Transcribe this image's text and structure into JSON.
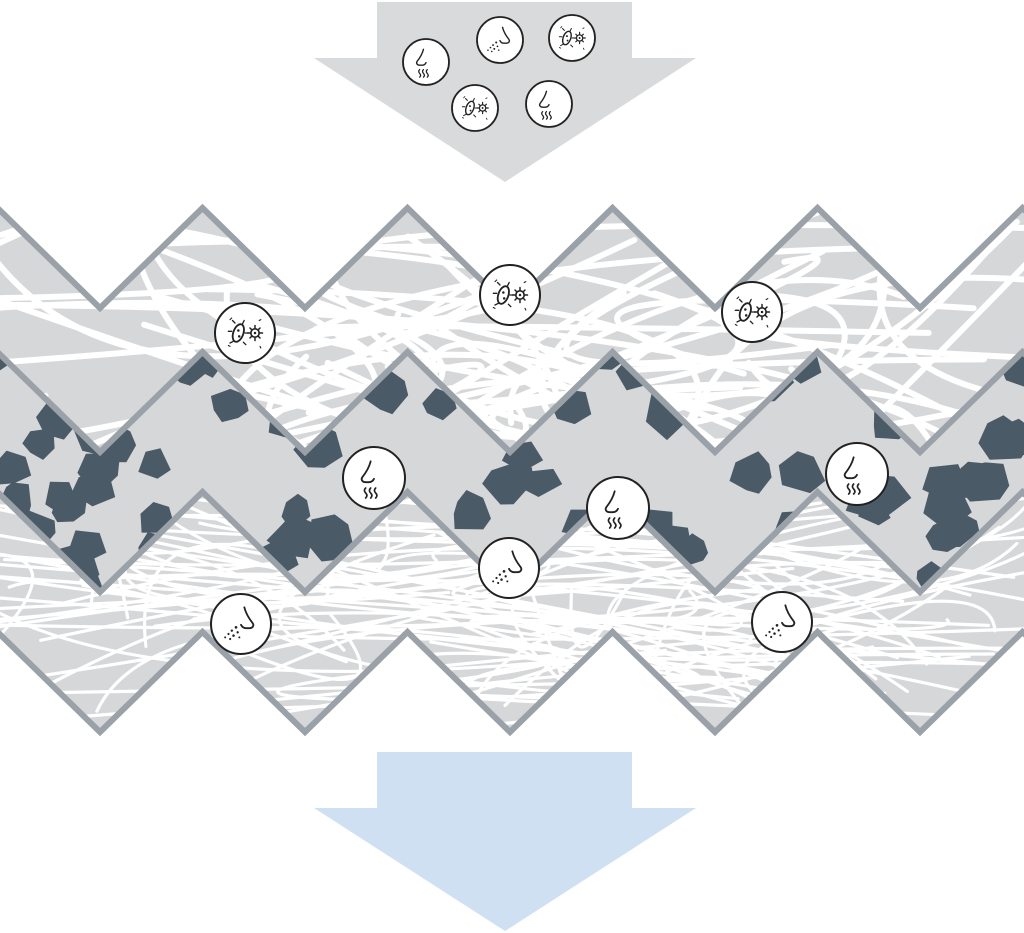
{
  "colors": {
    "background": "#ffffff",
    "inflow_arrow": "#d9dadb",
    "outflow_arrow": "#cfe0f2",
    "layer_fill": "#d6d7d9",
    "layer_border": "#9aa1a8",
    "fiber": "#ffffff",
    "carbon_granule": "#4a5a66",
    "icon_circle_fill": "#ffffff",
    "icon_stroke": "#222222"
  },
  "diagram": {
    "inflow_pollutants": [
      {
        "kind": "odor",
        "icon": "nose-odor-icon"
      },
      {
        "kind": "dust",
        "icon": "nose-dust-icon"
      },
      {
        "kind": "germs",
        "icon": "bacteria-virus-icon"
      },
      {
        "kind": "germs",
        "icon": "bacteria-virus-icon"
      },
      {
        "kind": "odor",
        "icon": "nose-odor-icon"
      }
    ],
    "layers": [
      {
        "role": "outer-fiber-layer",
        "captures": "germs",
        "icon": "bacteria-virus-icon"
      },
      {
        "role": "activated-carbon-layer",
        "captures": "odor",
        "icon": "nose-odor-icon"
      },
      {
        "role": "inner-fiber-layer",
        "captures": "dust",
        "icon": "nose-dust-icon"
      }
    ],
    "captured_germs": 3,
    "captured_odors": 3,
    "captured_dust": 3
  }
}
